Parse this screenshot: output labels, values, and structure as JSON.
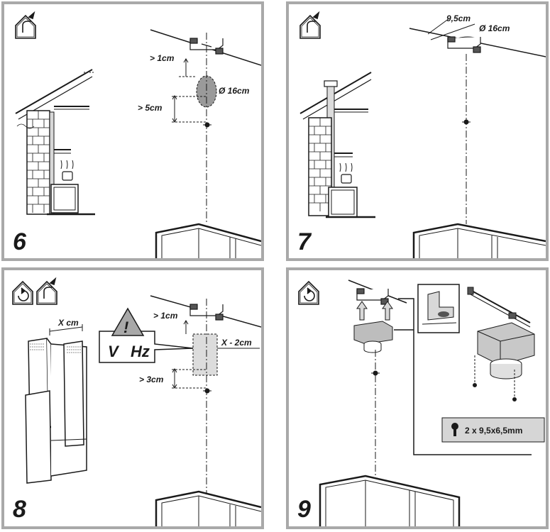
{
  "panels": [
    {
      "step": "6",
      "labels": {
        "gap_ceiling": "> 1cm",
        "diameter": "Ø 16cm",
        "gap_screw": "> 5cm"
      }
    },
    {
      "step": "7",
      "labels": {
        "offset": "9,5cm",
        "diameter": "Ø 16cm"
      }
    },
    {
      "step": "8",
      "labels": {
        "width": "X cm",
        "gap_ceiling": "> 1cm",
        "cut_width": "X - 2cm",
        "gap_screw": "> 3cm",
        "voltage": "V",
        "frequency": "Hz",
        "warning": "!"
      }
    },
    {
      "step": "9",
      "labels": {
        "screw_spec": "2 x 9,5x6,5mm"
      }
    }
  ],
  "colors": {
    "frame": "#a9a9a9",
    "line": "#1a1a1a",
    "hole": "#9a9a9a"
  },
  "icons": [
    "house-exhaust-icon",
    "house-recirculation-icon",
    "warning-triangle-icon",
    "screw-icon"
  ]
}
